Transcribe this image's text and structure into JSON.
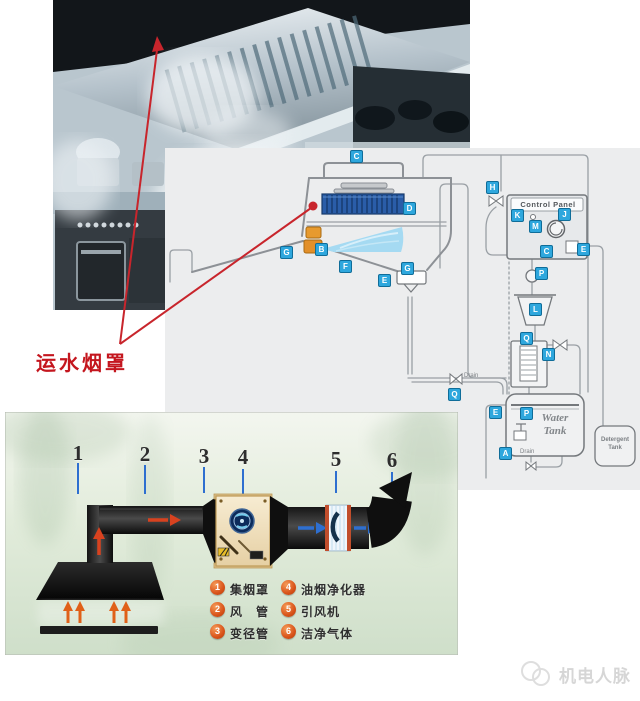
{
  "annotation": {
    "hood_label": "运水烟罩"
  },
  "watermark": {
    "brand": "机电人脉"
  },
  "top_diagram": {
    "control_panel_title": "Control Panel",
    "water_tank": {
      "line1": "Water",
      "line2": "Tank"
    },
    "detergent_tank": {
      "line1": "Detergent",
      "line2": "Tank"
    },
    "drain_label_left": "Drain",
    "drain_label_tank": "Drain",
    "labels": [
      "C",
      "D",
      "B",
      "G",
      "F",
      "G",
      "E",
      "H",
      "K",
      "J",
      "M",
      "C",
      "E",
      "P",
      "L",
      "Q",
      "N",
      "E",
      "P",
      "A",
      "Q"
    ]
  },
  "bottom_diagram": {
    "numbers": [
      "1",
      "2",
      "3",
      "4",
      "5",
      "6"
    ],
    "legend": [
      {
        "n": "1",
        "label": "集烟罩"
      },
      {
        "n": "2",
        "label": "风　管"
      },
      {
        "n": "3",
        "label": "变径管"
      },
      {
        "n": "4",
        "label": "油烟净化器"
      },
      {
        "n": "5",
        "label": "引风机"
      },
      {
        "n": "6",
        "label": "洁净气体"
      }
    ]
  },
  "colors": {
    "annotation_red": "#c4161e",
    "label_blue": "#2ea7dd",
    "legend_orange": "#d9531a",
    "filter_blue": "#2a5da8",
    "spray_blue": "#a5daf2",
    "diagram_bg": "#ecedee"
  }
}
